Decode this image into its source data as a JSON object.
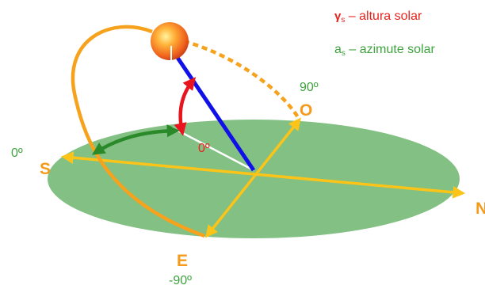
{
  "legend": {
    "altura": {
      "symbol": "γ",
      "subscript": "s",
      "text": "– altura solar",
      "color": "#e8231e"
    },
    "azimute": {
      "symbol": "a",
      "subscript": "s",
      "text": "– azimute solar",
      "color": "#3fa33f"
    }
  },
  "labels": {
    "west_letter": "O",
    "west_angle": "90º",
    "south_letter": "S",
    "south_angle": "0º",
    "north_letter": "N",
    "east_letter": "E",
    "east_angle": "-90º",
    "center_angle": "0º"
  },
  "colors": {
    "ground": "#82c083",
    "axis": "#fcc419",
    "sun_path": "#f7a21c",
    "altitude_line": "#1010e8",
    "altitude_arrow": "#e8141e",
    "azimuth_arrow": "#2a8a2a",
    "projection_line": "#ffffff",
    "green_text": "#3fa33f",
    "red_text": "#e8231e",
    "orange_text": "#f59a1b"
  }
}
